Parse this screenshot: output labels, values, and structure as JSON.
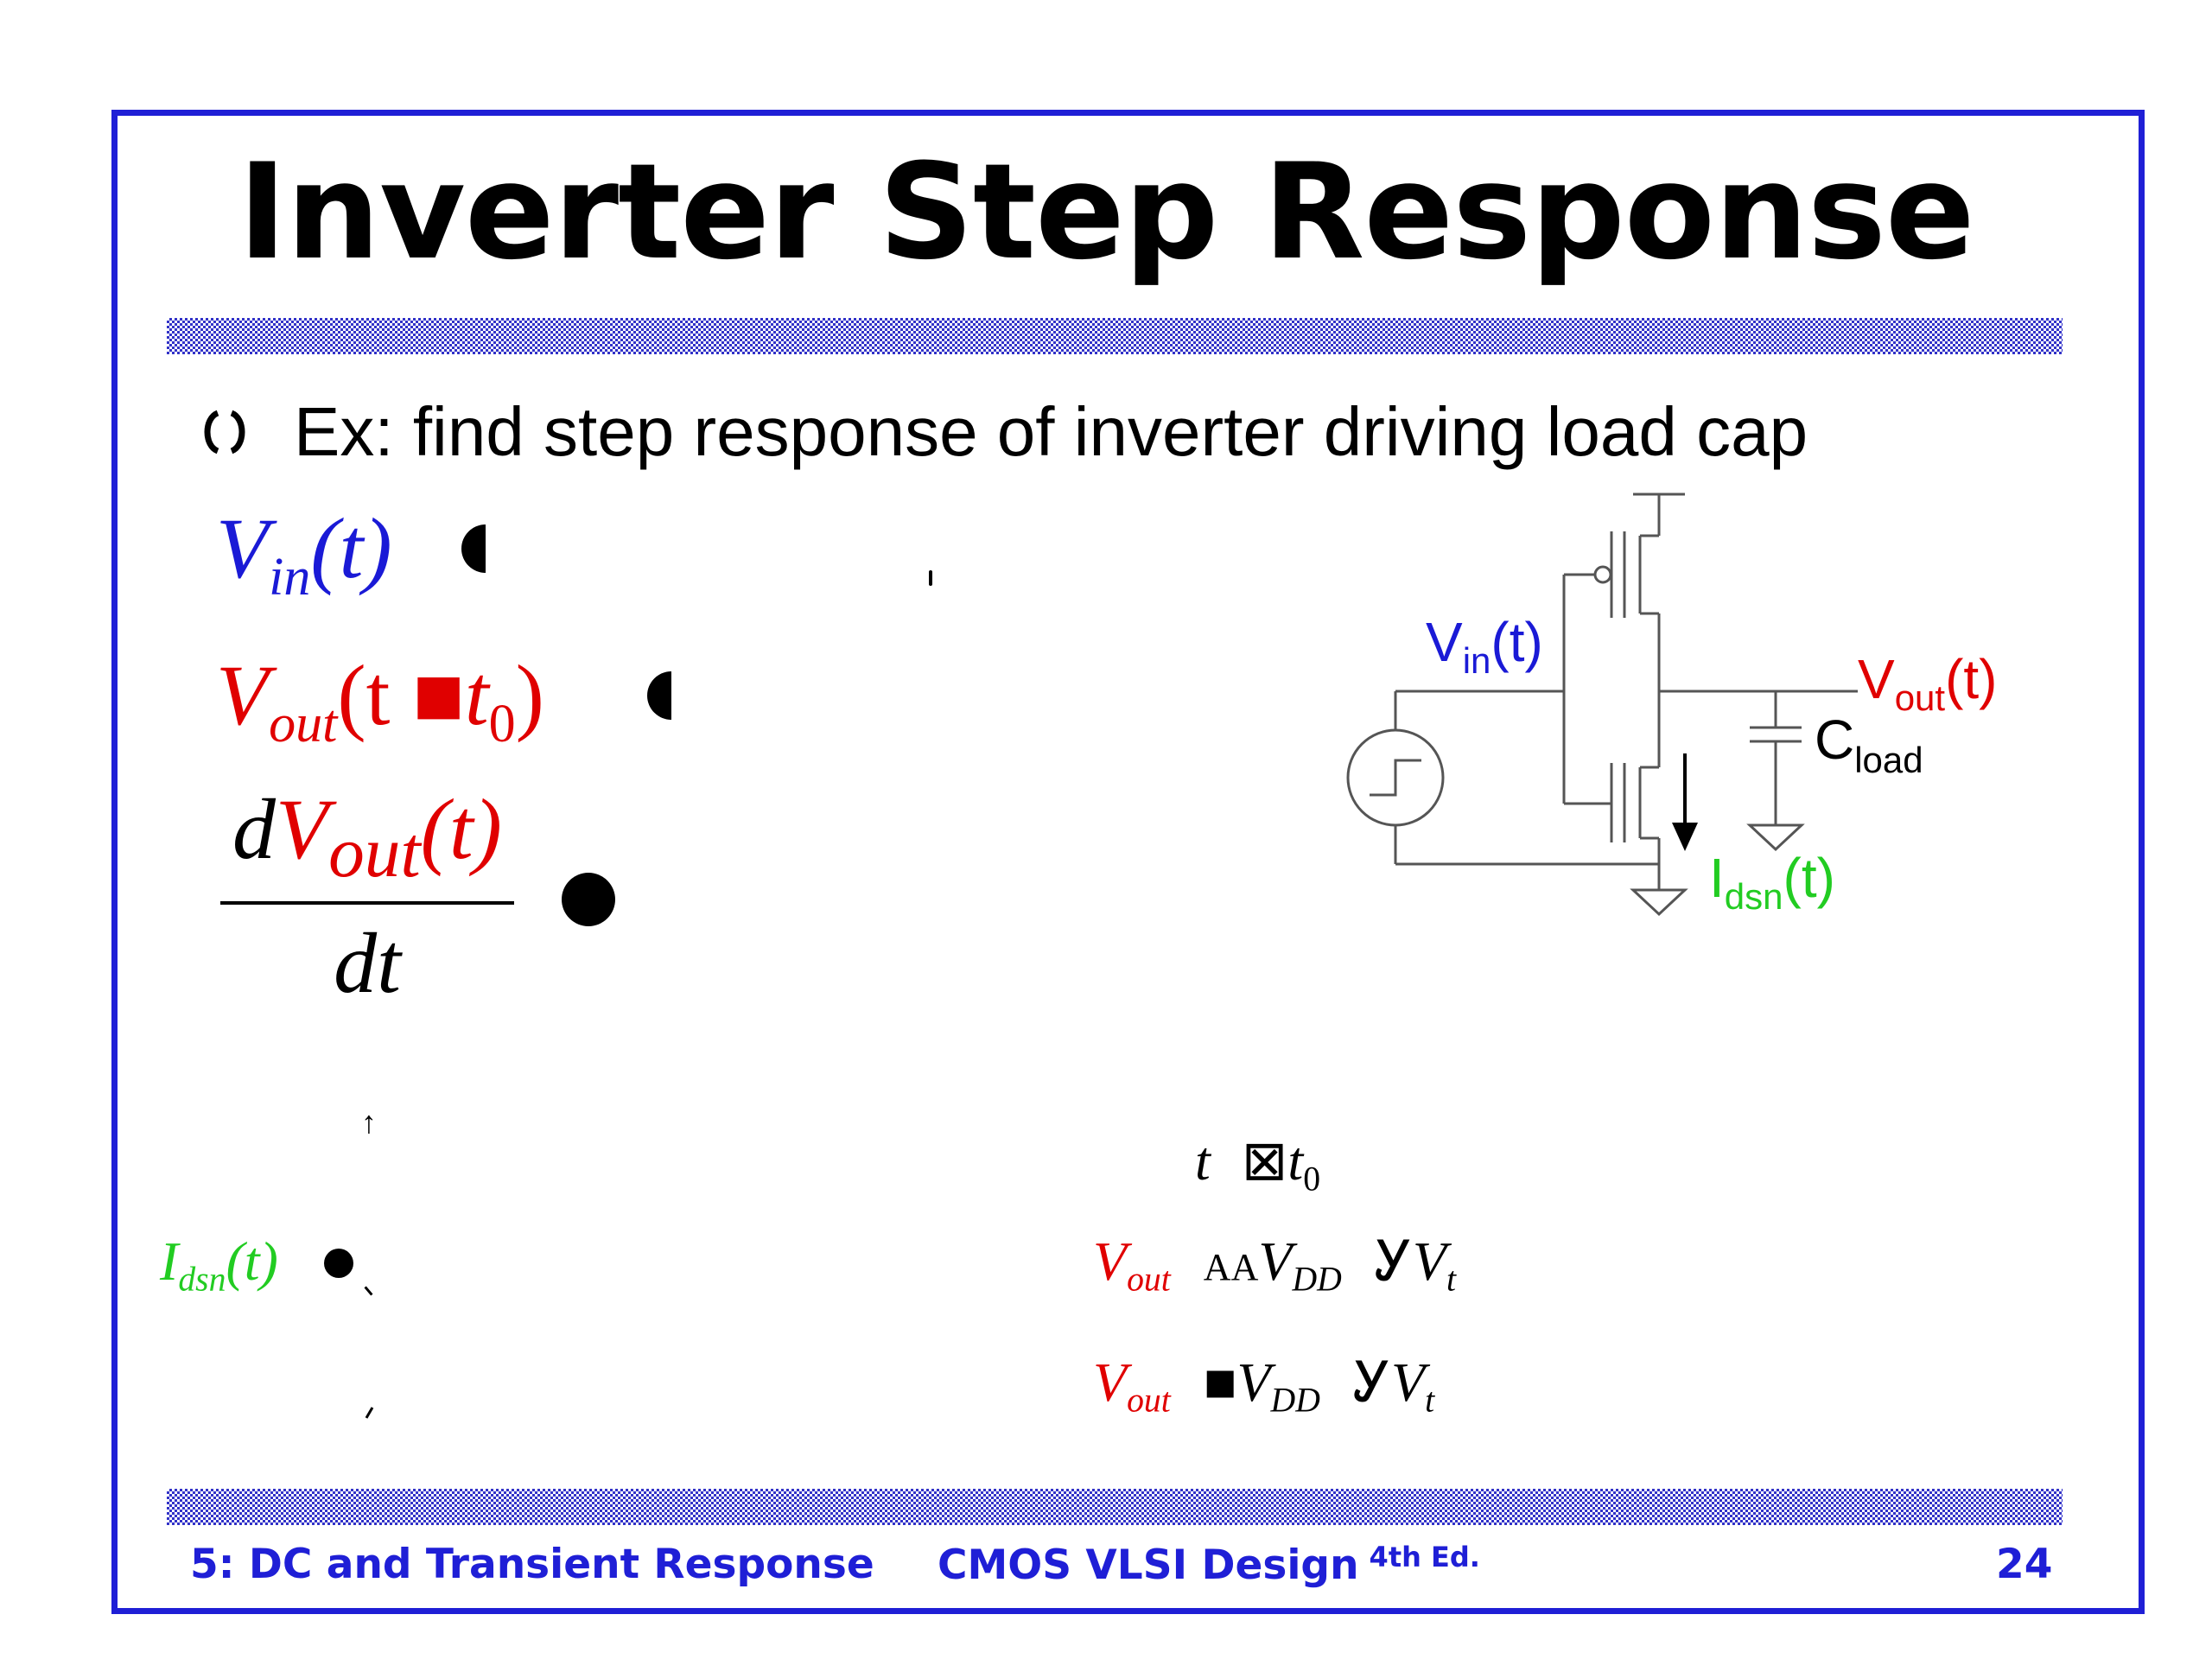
{
  "slide": {
    "title": "Inverter Step Response",
    "bullet": "Ex: find step response of inverter driving load cap"
  },
  "equations": {
    "vin": {
      "var": "V",
      "sub": "in",
      "arg": "(t)"
    },
    "vout": {
      "var": "V",
      "sub": "out",
      "open": "(t",
      "sym": "■",
      "t0": "t",
      "t0sub": "0",
      "close": ")"
    },
    "deriv": {
      "num_d": "d",
      "num_var": "V",
      "num_sub": "out",
      "num_arg": "(t)",
      "den": "dt"
    },
    "idsn": {
      "var": "I",
      "sub": "dsn",
      "arg": "(t)",
      "tail": "●"
    },
    "cond1": {
      "t": "t",
      "sym": "⊠",
      "t0": "t",
      "t0sub": "0"
    },
    "cond2": {
      "var": "V",
      "sub": "out",
      "sym": "AA",
      "vdd": "V",
      "vddsub": "DD",
      "minus": "Ꭹ",
      "vt": "V",
      "vtsub": "t"
    },
    "cond3": {
      "var": "V",
      "sub": "out",
      "sym": "■",
      "vdd": "V",
      "vddsub": "DD",
      "minus": "Ꭹ",
      "vt": "V",
      "vtsub": "t"
    },
    "dots": {
      "d1": "●",
      "d2": "●"
    }
  },
  "circuit": {
    "vin_label": "V",
    "vin_sub": "in",
    "vin_arg": "(t)",
    "vout_label": "V",
    "vout_sub": "out",
    "vout_arg": "(t)",
    "cload_label": "C",
    "cload_sub": "load",
    "idsn_label": "I",
    "idsn_sub": "dsn",
    "idsn_arg": "(t)"
  },
  "footer": {
    "left": "5: DC and Transient Response",
    "middle": "CMOS VLSI Design",
    "middle_sup": "4th Ed.",
    "page": "24"
  },
  "colors": {
    "frame": "#1f1fd6",
    "blue": "#1a1ad6",
    "red": "#e00000",
    "green": "#22cc22"
  }
}
